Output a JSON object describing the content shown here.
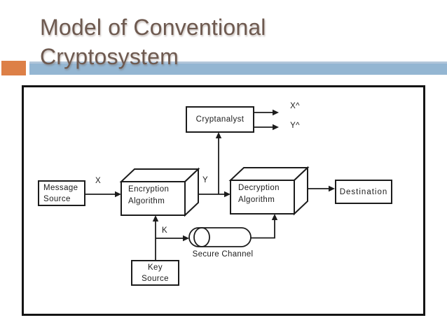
{
  "slide": {
    "title": {
      "line1": "Model of Conventional",
      "line2": "Cryptosystem",
      "color": "#6E5A50"
    },
    "accent_colors": {
      "orange": "#DD8047",
      "blue": "#94B6D2"
    }
  },
  "diagram": {
    "nodes": {
      "cryptanalyst": {
        "label": "Cryptanalyst"
      },
      "message_source": {
        "lines": [
          "Message",
          "Source"
        ]
      },
      "encryption_algorithm": {
        "lines": [
          "Encryption",
          "Algorithm"
        ]
      },
      "decryption_algorithm": {
        "lines": [
          "Decryption",
          "Algorithm"
        ]
      },
      "destination": {
        "label": "Destination"
      },
      "key_source": {
        "lines": [
          "Key",
          "Source"
        ]
      },
      "secure_channel": {
        "label": "Secure Channel"
      }
    },
    "flow_labels": {
      "plaintext": "X",
      "ciphertext": "Y",
      "key": "K",
      "x_hat": "X^",
      "y_hat": "Y^"
    }
  }
}
